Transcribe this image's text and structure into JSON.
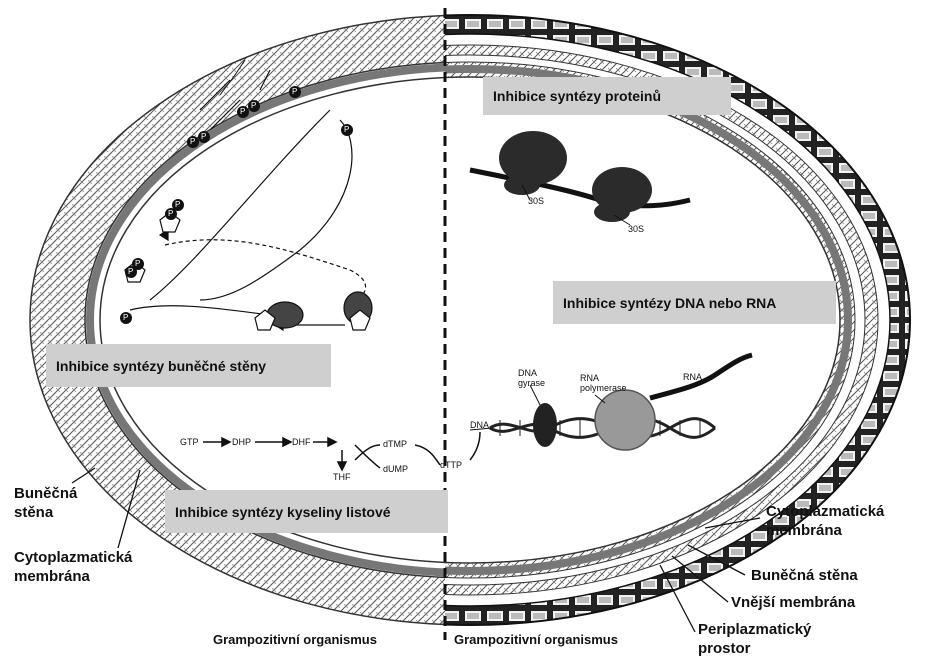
{
  "panels": {
    "protein": "Inhibice syntézy proteinů",
    "dna_rna": "Inhibice syntézy DNA nebo RNA",
    "wall": "Inhibice syntézy buněčné stěny",
    "folate": "Inhibice syntézy kyseliny listové"
  },
  "left_labels": {
    "cell_wall": [
      "Buněčná",
      "stěna"
    ],
    "cyto_membrane": [
      "Cytoplazmatická",
      "membrána"
    ]
  },
  "right_labels": {
    "cyto_membrane": [
      "Cytoplazmatická",
      "membrána"
    ],
    "cell_wall": "Buněčná stěna",
    "outer_membrane": "Vnější membrána",
    "periplasmic": [
      "Periplazmatický",
      "prostor"
    ]
  },
  "bottom_labels": {
    "left": "Grampozitivní organismus",
    "right": "Grampozitivní organismus"
  },
  "ribosome_labels": [
    "30S",
    "30S"
  ],
  "dna_labels": {
    "gyrase": [
      "DNA",
      "gyrase"
    ],
    "polymerase": [
      "RNA",
      "polymerase"
    ],
    "rna": "RNA",
    "dna": "DNA"
  },
  "folate_pathway": {
    "gtp": "GTP",
    "dhp": "DHP",
    "dhf": "DHF",
    "thf": "THF",
    "dtmp": "dTMP",
    "dump": "dUMP",
    "dttp": "dTTP"
  },
  "phosphate_symbol": "P"
}
